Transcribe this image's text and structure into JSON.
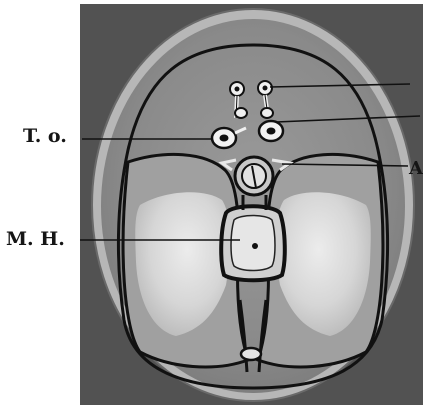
{
  "labels": {
    "to": "T. o.",
    "mh": "M. H.",
    "a": "A"
  },
  "colors": {
    "background_photo": "#525252",
    "head_surface": "#8c8c8c",
    "head_rim": "#b7b7b7",
    "brain_mass": "#a3a3a3",
    "ventricles": "#d9d9d9",
    "outline": "#111111",
    "label_text": "#151515"
  },
  "icons": {
    "diagram": "axial-head-section"
  }
}
